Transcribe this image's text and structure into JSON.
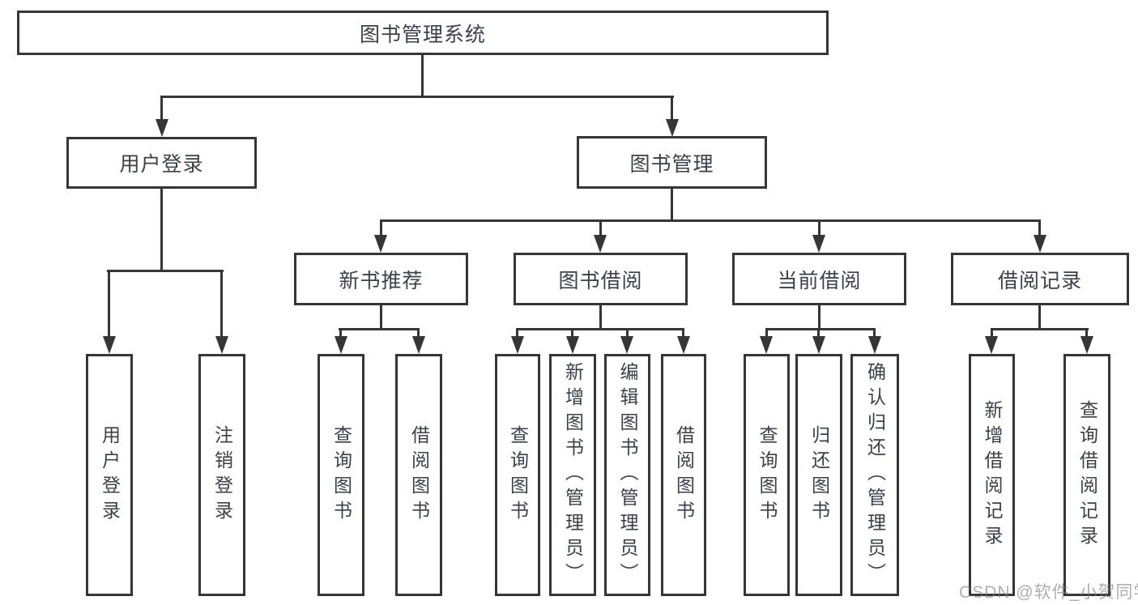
{
  "diagram": {
    "title_node": {
      "label": "图书管理系统"
    },
    "level2": [
      {
        "id": "user-login",
        "label": "用户登录"
      },
      {
        "id": "book-management",
        "label": "图书管理"
      }
    ],
    "level3": [
      {
        "id": "new-book-recommend",
        "label": "新书推荐"
      },
      {
        "id": "book-borrow",
        "label": "图书借阅"
      },
      {
        "id": "current-borrow",
        "label": "当前借阅"
      },
      {
        "id": "borrow-records",
        "label": "借阅记录"
      }
    ],
    "leaves": [
      {
        "id": "user-login-leaf",
        "label": "用户登录"
      },
      {
        "id": "logout",
        "label": "注销登录"
      },
      {
        "id": "query-books-1",
        "label": "查询图书"
      },
      {
        "id": "borrow-books-1",
        "label": "借阅图书"
      },
      {
        "id": "query-books-2",
        "label": "查询图书"
      },
      {
        "id": "add-books-admin",
        "label": "新增图书（管理员）"
      },
      {
        "id": "edit-books-admin",
        "label": "编辑图书（管理员）"
      },
      {
        "id": "borrow-books-2",
        "label": "借阅图书"
      },
      {
        "id": "query-books-3",
        "label": "查询图书"
      },
      {
        "id": "return-books",
        "label": "归还图书"
      },
      {
        "id": "confirm-return-admin",
        "label": "确认归还（管理员）"
      },
      {
        "id": "add-borrow-record",
        "label": "新增借阅记录"
      },
      {
        "id": "query-borrow-record",
        "label": "查询借阅记录"
      }
    ],
    "watermark": "CSDN @软件_小贺同学",
    "colors": {
      "line": "#363636",
      "text": "#3b414b",
      "background": "#ffffff",
      "watermark_gray": "#7d7d7d"
    }
  }
}
